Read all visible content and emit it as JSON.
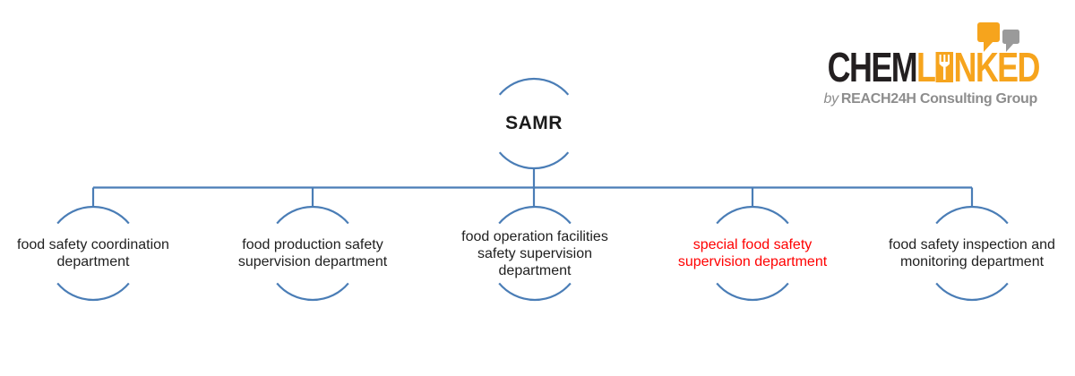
{
  "diagram": {
    "root": {
      "label": "SAMR",
      "color": "#1b1b1b"
    },
    "departments": [
      {
        "label": "food safety coordination department",
        "lines": [
          "food safety coordination",
          "department"
        ],
        "color": "#1f1f1f"
      },
      {
        "label": "food production safety supervision department",
        "lines": [
          "food production safety",
          "supervision department"
        ],
        "color": "#1f1f1f"
      },
      {
        "label": "food operation facilities safety supervision department",
        "lines": [
          "food operation facilities",
          "safety supervision",
          "department"
        ],
        "color": "#1f1f1f"
      },
      {
        "label": "special food safety supervision department",
        "lines": [
          "special food safety",
          "supervision department"
        ],
        "color": "#ff0000"
      },
      {
        "label": "food safety inspection and monitoring department",
        "lines": [
          "food safety inspection and",
          "monitoring department"
        ],
        "color": "#1f1f1f"
      }
    ],
    "line_color": "#4a7db6"
  },
  "logo": {
    "brand_part1": "CHEM",
    "brand_part2": "L",
    "brand_part3": "NKED",
    "tagline_by": "by",
    "tagline_rest": "REACH24H Consulting Group",
    "colors": {
      "brand_black": "#231f20",
      "brand_orange": "#f6a41d",
      "bubble_gray": "#9a9a9a",
      "tagline_gray": "#8d8d8d"
    },
    "icon_names": [
      "speech-bubble-orange-icon",
      "speech-bubble-gray-icon",
      "fork-icon"
    ]
  }
}
